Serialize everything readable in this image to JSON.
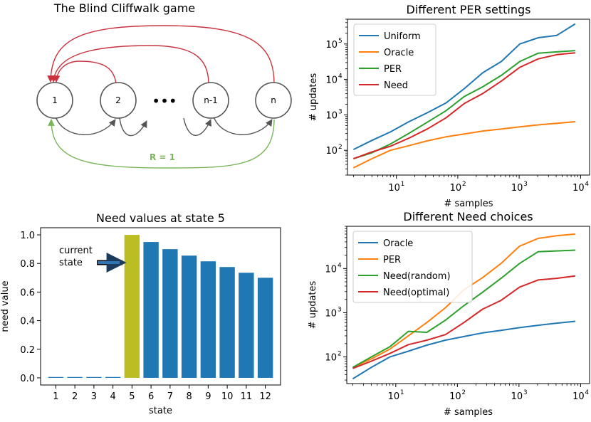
{
  "figure": {
    "cliffwalk": {
      "title": "The Blind Cliffwalk game",
      "nodes": [
        "1",
        "2",
        "n-1",
        "n"
      ],
      "ellipsis": "•••",
      "reward_label": "R = 1",
      "colors": {
        "fail_arrows": "#c8333f",
        "reward_arrow": "#7ab55c",
        "step_arrows": "#555555",
        "node_stroke": "#555555"
      }
    },
    "annotation": {
      "line1": "current",
      "line2": "state"
    }
  },
  "chart_data": [
    {
      "id": "per",
      "type": "line",
      "title": "Different PER settings",
      "xlabel": "# samples",
      "ylabel": "# updates",
      "xscale": "log",
      "yscale": "log",
      "xlim": [
        1.6,
        14000
      ],
      "ylim": [
        20,
        500000
      ],
      "xticks": [
        10,
        100,
        1000,
        10000
      ],
      "xtick_labels": [
        "10",
        "10",
        "10",
        "10"
      ],
      "xtick_exponents": [
        "1",
        "2",
        "3",
        "4"
      ],
      "yticks": [
        100,
        1000,
        10000,
        100000
      ],
      "ytick_labels": [
        "10",
        "10",
        "10",
        "10"
      ],
      "ytick_exponents": [
        "2",
        "3",
        "4",
        "5"
      ],
      "legend": "upper left",
      "grid": false,
      "x": [
        2,
        4,
        8,
        16,
        32,
        64,
        128,
        256,
        512,
        1024,
        2048,
        4096,
        8192
      ],
      "series": [
        {
          "name": "Uniform",
          "color": "#1f77b4",
          "values": [
            105,
            190,
            330,
            640,
            1150,
            2150,
            5500,
            15500,
            32000,
            100000,
            150000,
            175000,
            370000
          ]
        },
        {
          "name": "Oracle",
          "color": "#ff7f0e",
          "values": [
            32,
            58,
            100,
            135,
            185,
            240,
            290,
            350,
            400,
            460,
            520,
            580,
            640
          ]
        },
        {
          "name": "PER",
          "color": "#2ca02c",
          "values": [
            58,
            85,
            150,
            300,
            620,
            1300,
            3300,
            6200,
            13000,
            32000,
            55000,
            60000,
            65000
          ]
        },
        {
          "name": "Need",
          "color": "#d62728",
          "values": [
            58,
            90,
            130,
            220,
            400,
            820,
            2100,
            4000,
            9000,
            22000,
            38000,
            50000,
            56000
          ]
        }
      ]
    },
    {
      "id": "need_values",
      "type": "bar",
      "title": "Need values at state 5",
      "xlabel": "state",
      "ylabel": "need value",
      "ylim": [
        -0.05,
        1.05
      ],
      "yticks": [
        0.0,
        0.2,
        0.4,
        0.6,
        0.8,
        1.0
      ],
      "ytick_labels": [
        "0.0",
        "0.2",
        "0.4",
        "0.6",
        "0.8",
        "1.0"
      ],
      "categories": [
        "1",
        "2",
        "3",
        "4",
        "5",
        "6",
        "7",
        "8",
        "9",
        "10",
        "11",
        "12"
      ],
      "values": [
        0.0,
        0.0,
        0.0,
        0.0,
        1.0,
        0.95,
        0.9,
        0.855,
        0.815,
        0.775,
        0.735,
        0.7
      ],
      "colors": [
        "#1f77b4",
        "#1f77b4",
        "#1f77b4",
        "#1f77b4",
        "#bcbd22",
        "#1f77b4",
        "#1f77b4",
        "#1f77b4",
        "#1f77b4",
        "#1f77b4",
        "#1f77b4",
        "#1f77b4"
      ]
    },
    {
      "id": "need",
      "type": "line",
      "title": "Different Need choices",
      "xlabel": "# samples",
      "ylabel": "# updates",
      "xscale": "log",
      "yscale": "log",
      "xlim": [
        1.6,
        14000
      ],
      "ylim": [
        25,
        90000
      ],
      "xticks": [
        10,
        100,
        1000,
        10000
      ],
      "xtick_labels": [
        "10",
        "10",
        "10",
        "10"
      ],
      "xtick_exponents": [
        "1",
        "2",
        "3",
        "4"
      ],
      "yticks": [
        100,
        1000,
        10000
      ],
      "ytick_labels": [
        "10",
        "10",
        "10"
      ],
      "ytick_exponents": [
        "2",
        "3",
        "4"
      ],
      "legend": "upper left",
      "grid": false,
      "x": [
        2,
        4,
        8,
        16,
        32,
        64,
        128,
        256,
        512,
        1024,
        2048,
        4096,
        8192
      ],
      "series": [
        {
          "name": "Oracle",
          "color": "#1f77b4",
          "values": [
            32,
            58,
            100,
            135,
            185,
            240,
            290,
            350,
            400,
            460,
            520,
            580,
            640
          ]
        },
        {
          "name": "PER",
          "color": "#ff7f0e",
          "values": [
            58,
            90,
            150,
            300,
            600,
            1300,
            3300,
            6200,
            13000,
            32000,
            48000,
            55000,
            60000
          ]
        },
        {
          "name": "Need(random)",
          "color": "#2ca02c",
          "values": [
            58,
            100,
            170,
            380,
            360,
            680,
            1450,
            2900,
            6000,
            13000,
            24000,
            25000,
            26000
          ]
        },
        {
          "name": "Need(optimal)",
          "color": "#d62728",
          "values": [
            55,
            80,
            120,
            190,
            240,
            320,
            600,
            1200,
            1900,
            3800,
            5500,
            6000,
            6800
          ]
        }
      ]
    }
  ]
}
